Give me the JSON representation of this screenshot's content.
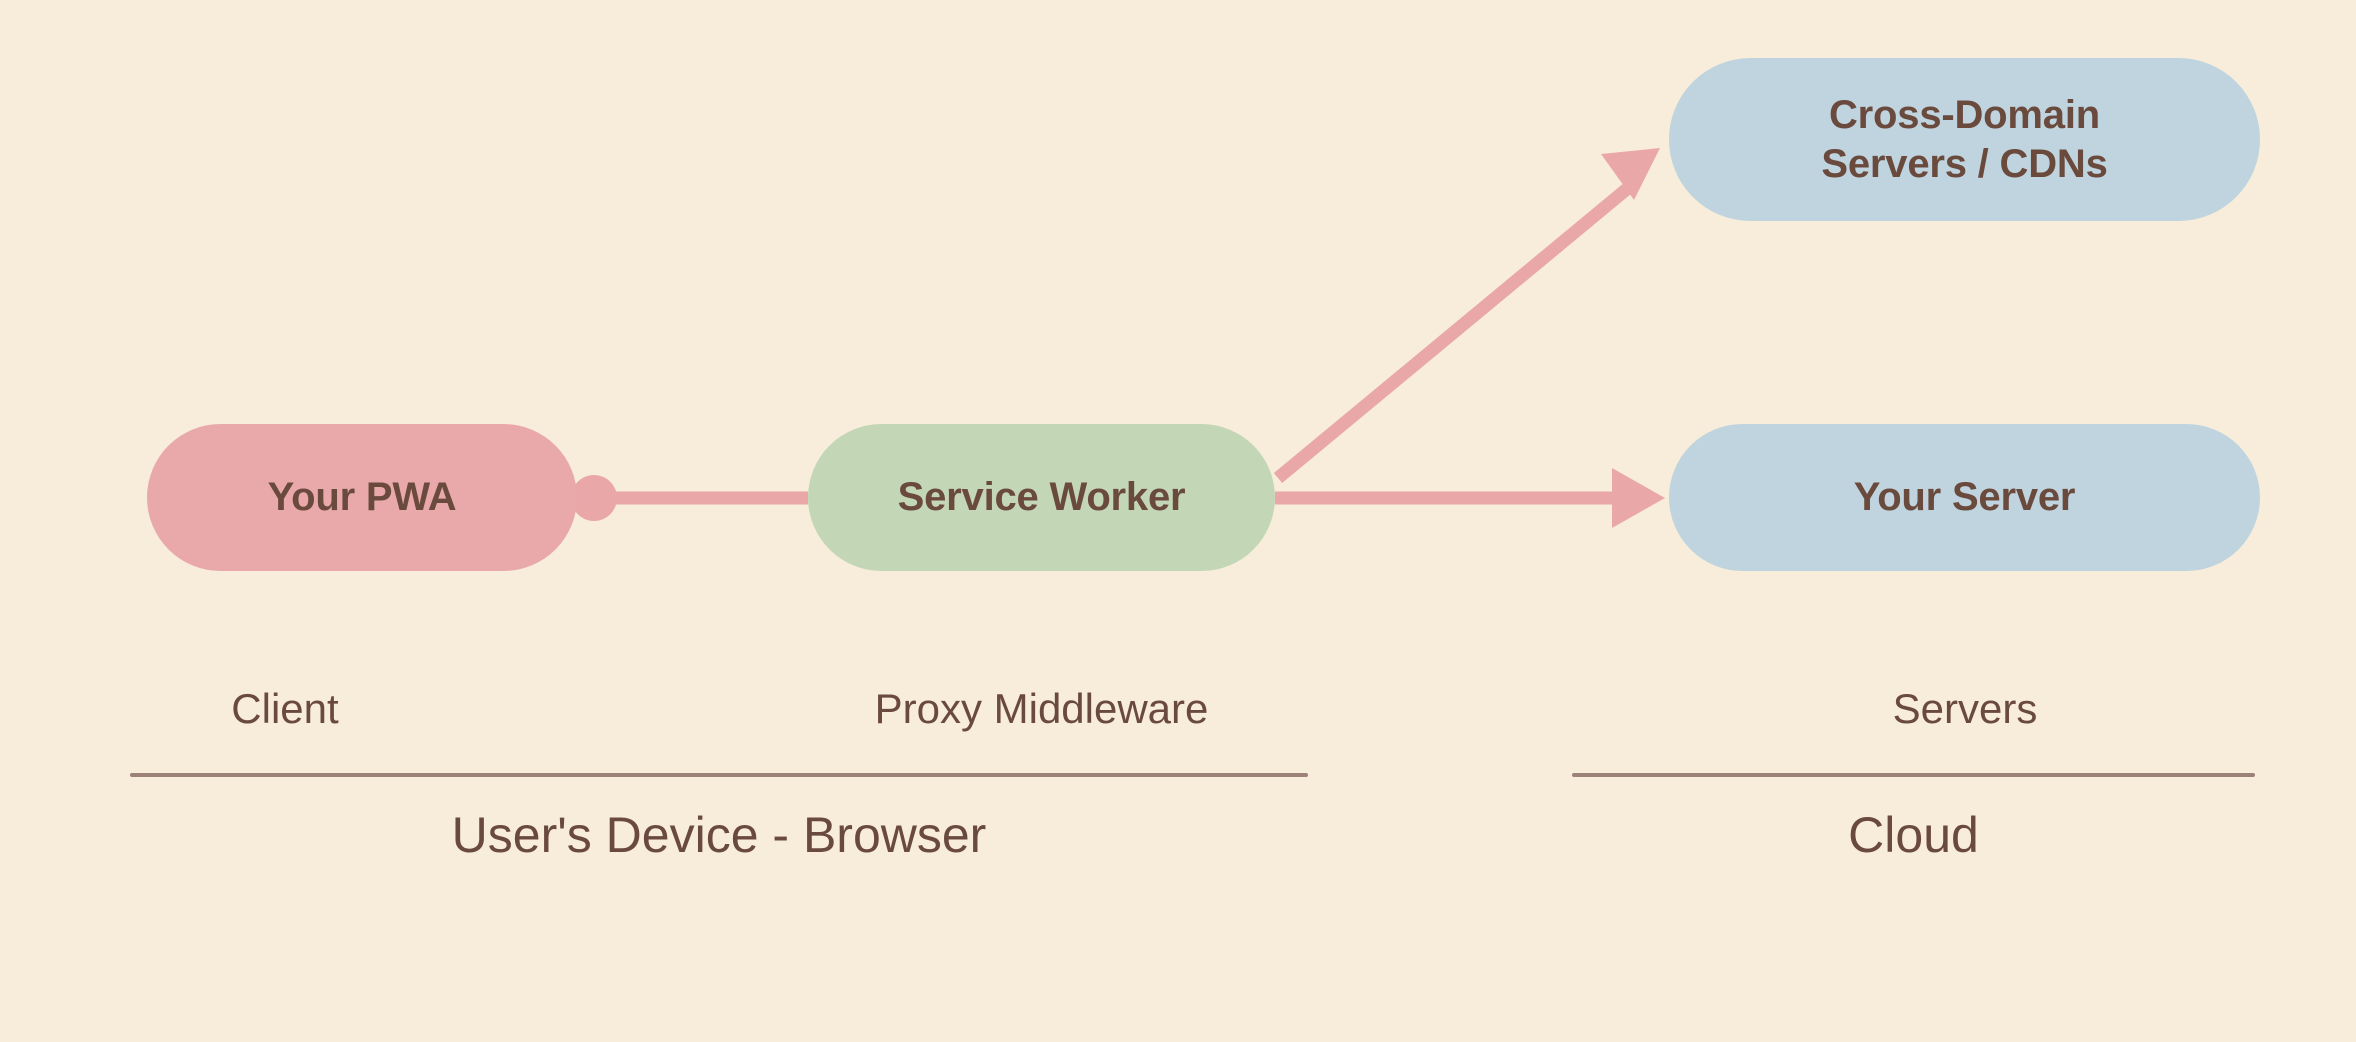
{
  "diagram": {
    "background_color": "#f7edda",
    "title": "",
    "nodes": [
      {
        "id": "pwa",
        "label": "Your PWA",
        "fill": "#e9a9aa",
        "text_color": "#6b4a3e",
        "shape": "rounded-pill"
      },
      {
        "id": "service-worker",
        "label": "Service Worker",
        "fill": "#c3d7b6",
        "text_color": "#6b4a3e",
        "shape": "rounded-pill"
      },
      {
        "id": "cross-domain",
        "label": "Cross-Domain\nServers / CDNs",
        "fill": "#bfd4de",
        "text_color": "#6b4a3e",
        "shape": "rounded-pill"
      },
      {
        "id": "your-server",
        "label": "Your Server",
        "fill": "#bfd4de",
        "text_color": "#6b4a3e",
        "shape": "rounded-pill"
      }
    ],
    "edges": [
      {
        "id": "pwa-to-sw",
        "from": "service-worker",
        "to": "pwa",
        "color": "#eaa7a8",
        "start_marker": "none",
        "end_marker": "dot"
      },
      {
        "id": "sw-to-server",
        "from": "service-worker",
        "to": "your-server",
        "color": "#eaa7a8",
        "start_marker": "none",
        "end_marker": "arrow"
      },
      {
        "id": "sw-to-cross-domain",
        "from": "service-worker",
        "to": "cross-domain",
        "color": "#eaa7a8",
        "start_marker": "none",
        "end_marker": "arrow"
      }
    ],
    "zones": [
      {
        "id": "client",
        "label": "Client"
      },
      {
        "id": "proxy",
        "label": "Proxy Middleware"
      },
      {
        "id": "servers",
        "label": "Servers"
      }
    ],
    "zone_titles": [
      {
        "id": "device",
        "label": "User's Device - Browser"
      },
      {
        "id": "cloud",
        "label": "Cloud"
      }
    ],
    "rule_color": "#9b8178"
  }
}
